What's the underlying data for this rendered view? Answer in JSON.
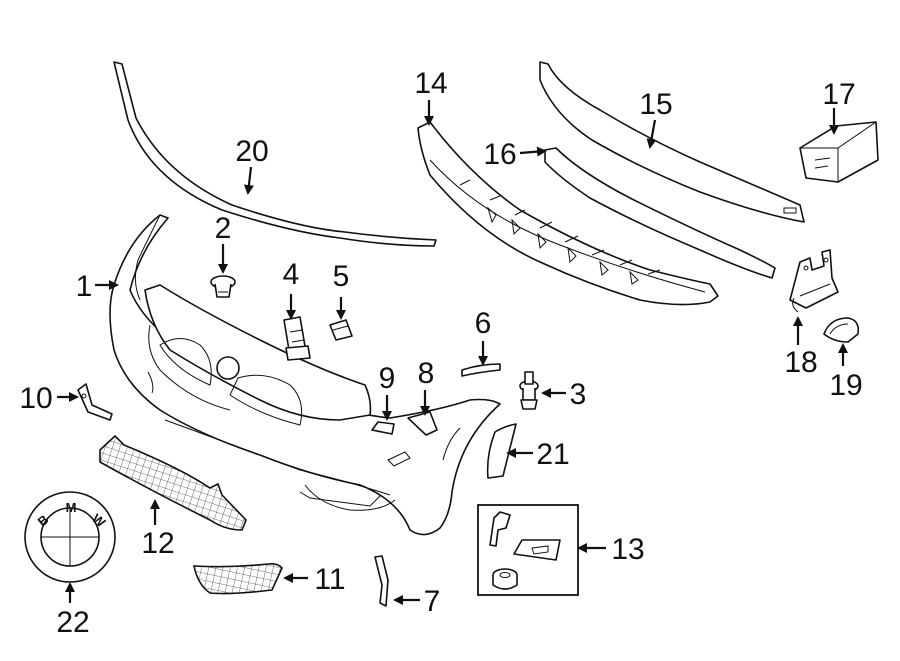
{
  "callouts": [
    {
      "id": "c1",
      "number": "1"
    },
    {
      "id": "c2",
      "number": "2"
    },
    {
      "id": "c3",
      "number": "3"
    },
    {
      "id": "c4",
      "number": "4"
    },
    {
      "id": "c5",
      "number": "5"
    },
    {
      "id": "c6",
      "number": "6"
    },
    {
      "id": "c7",
      "number": "7"
    },
    {
      "id": "c8",
      "number": "8"
    },
    {
      "id": "c9",
      "number": "9"
    },
    {
      "id": "c10",
      "number": "10"
    },
    {
      "id": "c11",
      "number": "11"
    },
    {
      "id": "c12",
      "number": "12"
    },
    {
      "id": "c13",
      "number": "13"
    },
    {
      "id": "c14",
      "number": "14"
    },
    {
      "id": "c15",
      "number": "15"
    },
    {
      "id": "c16",
      "number": "16"
    },
    {
      "id": "c17",
      "number": "17"
    },
    {
      "id": "c18",
      "number": "18"
    },
    {
      "id": "c19",
      "number": "19"
    },
    {
      "id": "c20",
      "number": "20"
    },
    {
      "id": "c21",
      "number": "21"
    },
    {
      "id": "c22",
      "number": "22"
    }
  ],
  "emblem": {
    "letters": [
      "B",
      "M",
      "W"
    ]
  },
  "colors": {
    "line": "#111111",
    "background": "#ffffff"
  }
}
